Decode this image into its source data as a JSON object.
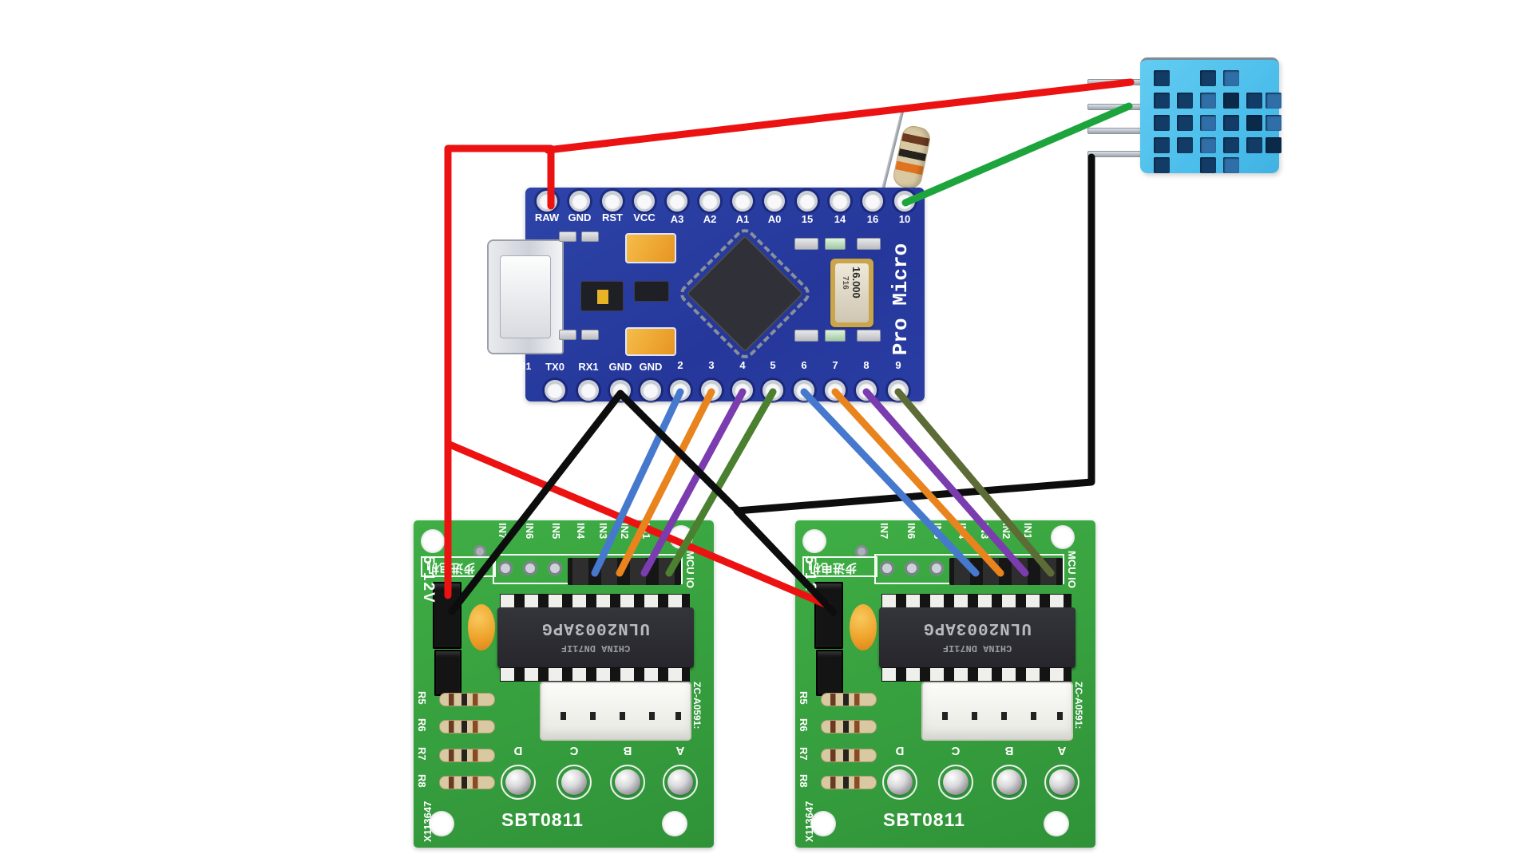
{
  "colors": {
    "wire_red": "#ec1212",
    "wire_green": "#1ea43c",
    "wire_black": "#0d0d0d",
    "wire_blue": "#4679cd",
    "wire_orange": "#e9831d",
    "wire_purple": "#7a3cae",
    "wire_green2": "#4b8030",
    "wire_olive": "#5d6c36"
  },
  "pro_micro": {
    "top_pins": [
      "RAW",
      "GND",
      "RST",
      "VCC",
      "A3",
      "A2",
      "A1",
      "A0",
      "15",
      "14",
      "16",
      "10"
    ],
    "bottom_pins": [
      "TX0",
      "RX1",
      "GND",
      "GND",
      "2",
      "3",
      "4",
      "5",
      "6",
      "7",
      "8",
      "9"
    ],
    "corner_label": "J1",
    "board_name": "Pro Micro",
    "crystal_marking_line1": "16.000",
    "crystal_marking_line2": "716"
  },
  "driver_board": {
    "input_labels": [
      "IN7",
      "IN6",
      "IN5",
      "IN4",
      "IN3",
      "IN2",
      "IN1"
    ],
    "mcu_io_label": "MCU IO",
    "power_label": "5-12V",
    "cn_label": "步进电机",
    "resistor_labels": [
      "R5",
      "R6",
      "R7",
      "R8"
    ],
    "led_labels": [
      "D",
      "C",
      "B",
      "A"
    ],
    "board_model": "SBT0811",
    "serial_left": "X113647",
    "serial_right": "ZC-A0591:",
    "chip_marking_line1": "ULN2003APG",
    "chip_marking_line2": "CHINA DN71IF"
  }
}
